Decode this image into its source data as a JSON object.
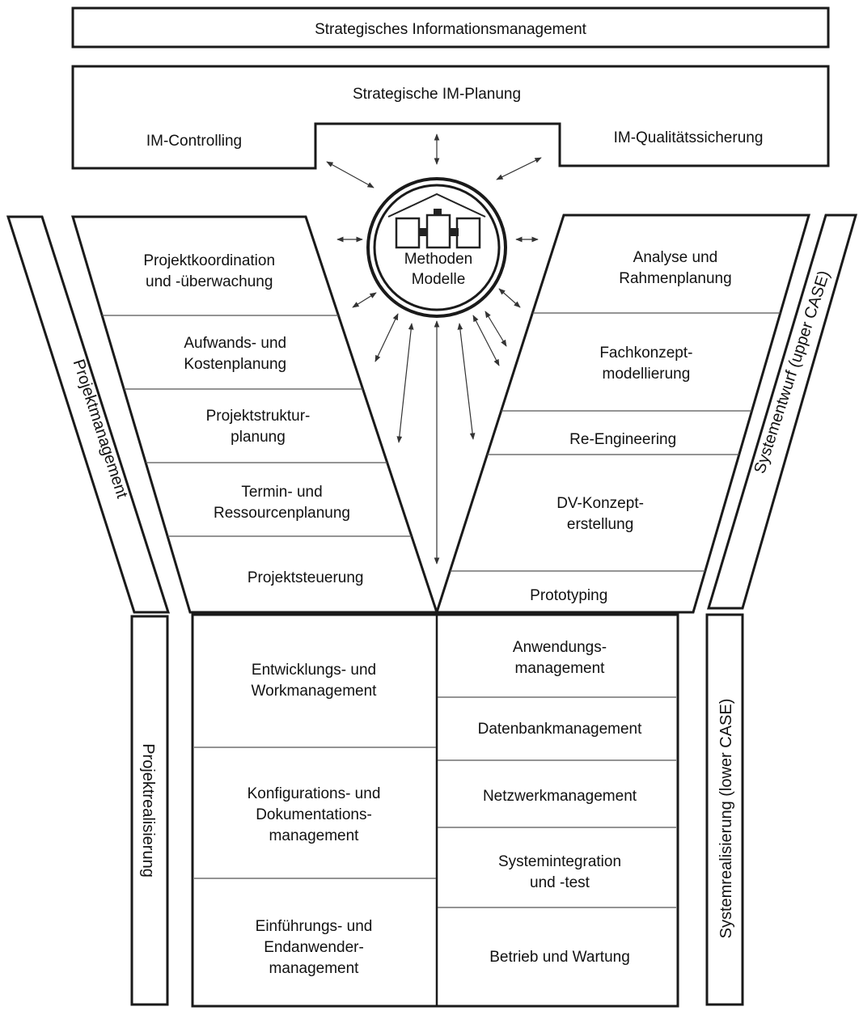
{
  "top_bar": "Strategisches Informationsmanagement",
  "planning": {
    "title": "Strategische IM-Planung",
    "left": "IM-Controlling",
    "right": "IM-Qualitätssicherung"
  },
  "center": {
    "line1": "Methoden",
    "line2": "Modelle"
  },
  "side_labels": {
    "left_upper": "Projektmanagement",
    "left_lower": "Projektrealisierung",
    "right_upper": "Systementwurf  (upper CASE)",
    "right_lower": "Systemrealisierung  (lower CASE)"
  },
  "left_funnel": [
    [
      "Projektkoordination",
      "und -überwachung"
    ],
    [
      "Aufwands- und",
      "Kostenplanung"
    ],
    [
      "Projektstruktur-",
      "planung"
    ],
    [
      "Termin- und",
      "Ressourcenplanung"
    ],
    [
      "Projektsteuerung"
    ]
  ],
  "right_funnel": [
    [
      "Analyse und",
      "Rahmenplanung"
    ],
    [
      "Fachkonzept-",
      "modellierung"
    ],
    [
      "Re-Engineering"
    ],
    [
      "DV-Konzept-",
      "erstellung"
    ],
    [
      "Prototyping"
    ]
  ],
  "left_bottom": [
    [
      "Entwicklungs- und",
      "Workmanagement"
    ],
    [
      "Konfigurations- und",
      "Dokumentations-",
      "management"
    ],
    [
      "Einführungs- und",
      "Endanwender-",
      "management"
    ]
  ],
  "right_bottom": [
    [
      "Anwendungs-",
      "management"
    ],
    [
      "Datenbankmanagement"
    ],
    [
      "Netzwerkmanagement"
    ],
    [
      "Systemintegration",
      "und -test"
    ],
    [
      "Betrieb und Wartung"
    ]
  ]
}
